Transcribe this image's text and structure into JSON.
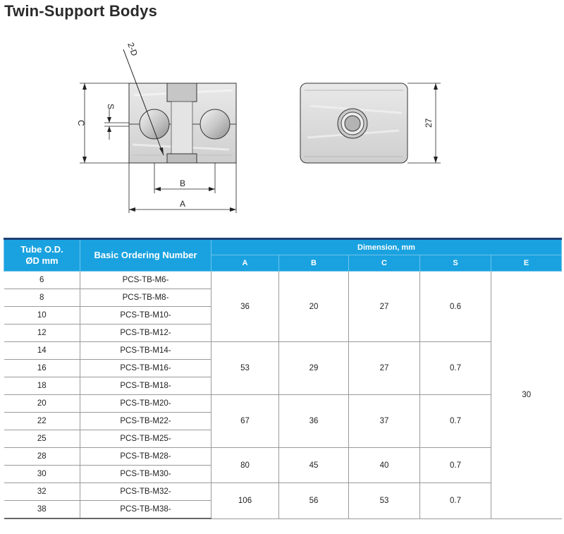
{
  "page": {
    "title": "Twin-Support Bodys"
  },
  "drawing": {
    "front_view": {
      "labels": {
        "d": "2-D",
        "s": "S",
        "c": "C",
        "b": "B",
        "a": "A"
      }
    },
    "side_view": {
      "labels": {
        "height": "27"
      }
    }
  },
  "table": {
    "header": {
      "tube_od_line1": "Tube O.D.",
      "tube_od_line2": "ØD mm",
      "ordering": "Basic Ordering Number",
      "dimension": "Dimension, mm",
      "dim_cols": [
        "A",
        "B",
        "C",
        "S",
        "E"
      ]
    },
    "rows": [
      {
        "od": "6",
        "order": "PCS-TB-M6-"
      },
      {
        "od": "8",
        "order": "PCS-TB-M8-"
      },
      {
        "od": "10",
        "order": "PCS-TB-M10-"
      },
      {
        "od": "12",
        "order": "PCS-TB-M12-"
      },
      {
        "od": "14",
        "order": "PCS-TB-M14-"
      },
      {
        "od": "16",
        "order": "PCS-TB-M16-"
      },
      {
        "od": "18",
        "order": "PCS-TB-M18-"
      },
      {
        "od": "20",
        "order": "PCS-TB-M20-"
      },
      {
        "od": "22",
        "order": "PCS-TB-M22-"
      },
      {
        "od": "25",
        "order": "PCS-TB-M25-"
      },
      {
        "od": "28",
        "order": "PCS-TB-M28-"
      },
      {
        "od": "30",
        "order": "PCS-TB-M30-"
      },
      {
        "od": "32",
        "order": "PCS-TB-M32-"
      },
      {
        "od": "38",
        "order": "PCS-TB-M38-"
      }
    ],
    "groups": [
      {
        "a": "36",
        "b": "20",
        "c": "27",
        "s": "0.6"
      },
      {
        "a": "53",
        "b": "29",
        "c": "27",
        "s": "0.7"
      },
      {
        "a": "67",
        "b": "36",
        "c": "37",
        "s": "0.7"
      },
      {
        "a": "80",
        "b": "45",
        "c": "40",
        "s": "0.7"
      },
      {
        "a": "106",
        "b": "56",
        "c": "53",
        "s": "0.7"
      }
    ],
    "e_value": "30"
  }
}
